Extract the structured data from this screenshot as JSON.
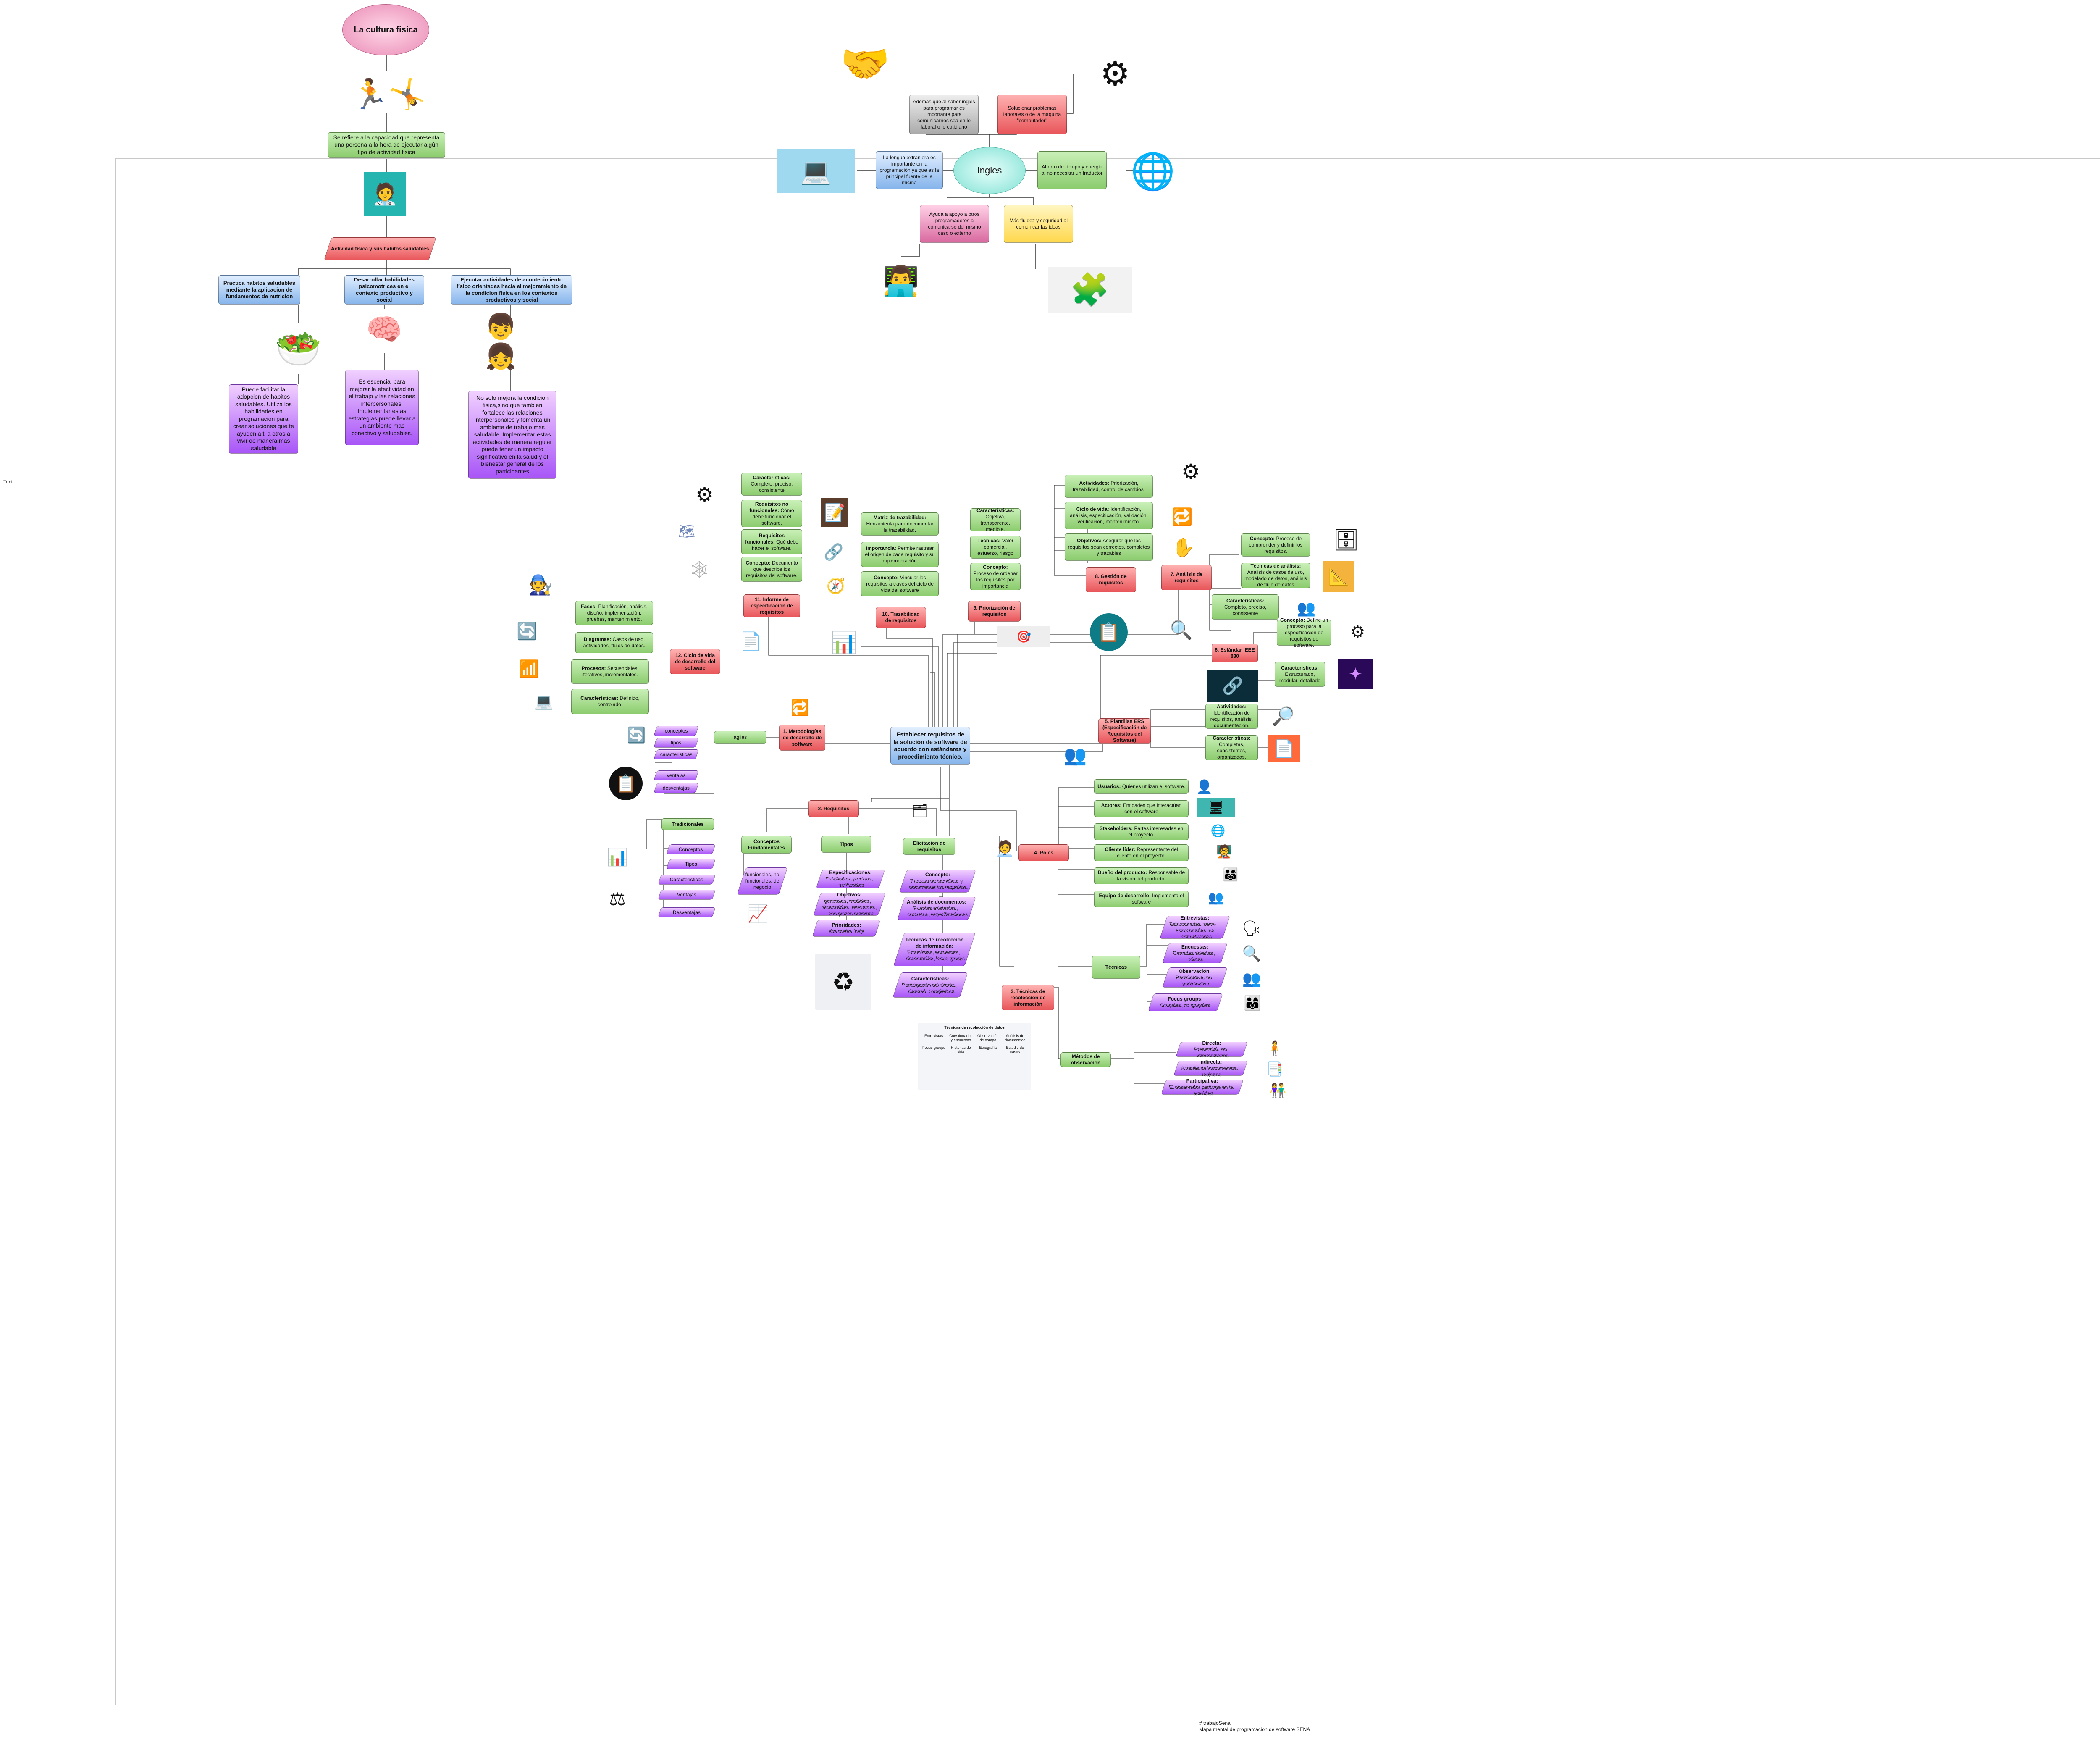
{
  "side_text": "Text",
  "footer": {
    "line1": "# trabajoSena",
    "line2": "Mapa mental de programacion de software SENA"
  },
  "culture": {
    "title": "La cultura fisica",
    "definition": "Se refiere a la capacidad que representa una persona a la hora de ejecutar algún tipo de actividad fisica",
    "activity": "Actividad fisica y sus habitos saludables",
    "branches": [
      {
        "title": "Practica habitos saludables mediante la aplicacion de fundamentos de nutricion",
        "text": "Puede facilitar la adopcion de habitos saludables. Utiliza los habilidades en programacion para crear soluciones que te ayuden a ti a otros a vivir de manera mas saludable"
      },
      {
        "title": "Desarrollar habilidades psicomotrices en el contexto productivo y social",
        "text": "Es escencial para mejorar la efectividad en el trabajo y las relaciones interpersonales. Implementar estas estrategias puede llevar a un ambiente mas conectivo y saludables."
      },
      {
        "title": "Ejecutar actividades de acontecimiento físico orientadas hacia el mejoramiento de la condicion fisica en los contextos productivos y social",
        "text": "No solo mejora la condicion fisica,sino que tambien fortalece las relaciones interpersonales y fomenta un ambiente de trabajo mas saludable. Implementar estas actividades de manera regular puede tener un impacto significativo en la salud y el bienestar general de los participantes"
      }
    ]
  },
  "ingles": {
    "center": "Ingles",
    "nodes": {
      "adicion": "Además que al saber ingles para programar es importante para comunicarnos sea en lo laboral o lo cotidiano",
      "solucionar": "Solucionar problemas laborales o de la maquina \"computador\"",
      "lengua": "La lengua extranjera es importante en la programación ya que es la principal fuente de la misma",
      "ahorro": "Ahorro de tiempo y energia al no necesitar un traductor",
      "ayuda": "Ayuda a apoyo a otros programadores a comunicarse del mismo caso o externo",
      "fluidez": "Más fluidez y seguridad al comunicar las ideas"
    }
  },
  "software": {
    "center": "Establecer requisitos de la solución de software de acuerdo con estándares y procedimiento técnico.",
    "s1": {
      "title": "1. Metodologías de desarrollo de software",
      "agiles": "agiles",
      "agile_items": [
        "conceptos",
        "tipos",
        "caracteristicas",
        "ventajas",
        "desventajas"
      ],
      "tradicionales": "Tradicionales",
      "trad_items": [
        "Conceptos",
        "Tipos",
        "Caracteristicas",
        "Ventajas",
        "Desventajas"
      ]
    },
    "s2": {
      "title": "2. Requisitos",
      "conceptos_fund": "Conceptos Fundamentales",
      "conceptos_text": "funcionales, no funcionales, de negocio",
      "tipos": "Tipos",
      "tipos_items": [
        {
          "b": "Especificaciones:",
          "t": " Detalladas, precisas, verificables"
        },
        {
          "b": "Objetivos:",
          "t": " generales, medibles, alcanzables, relevantes, con plazos definidos"
        },
        {
          "b": "Prioridades:",
          "t": " alta media, baja"
        }
      ],
      "elicitacion": "Elicitacion de requisitos",
      "elicitacion_items": [
        {
          "b": "Concepto:",
          "t": " Proceso de identificar y documentar los requisitos."
        },
        {
          "b": "Análisis de documentos:",
          "t": " Fuentes existentes, contratos, especificaciones"
        },
        {
          "b": "Técnicas de recolección de información:",
          "t": " Entrevistas, encuestas, observación, focus groups"
        },
        {
          "b": "Características:",
          "t": " Participación del cliente, claridad, completitud"
        }
      ]
    },
    "s3": {
      "title": "3. Técnicas de recolección de información",
      "tecnicas": "Técnicas",
      "tecnicas_items": [
        {
          "b": "Entrevistas:",
          "t": " Estructuradas, semi-estructuradas, no estructuradas"
        },
        {
          "b": "Encuestas:",
          "t": " Cerradas abiertas, mixtas"
        },
        {
          "b": "Observación:",
          "t": " Participativa, no participativa"
        },
        {
          "b": "Focus groups:",
          "t": " Grupales, no grupales"
        }
      ],
      "metodos": "Métodos de observación",
      "metodos_items": [
        {
          "b": "Directa:",
          "t": " Presencial, sin intermediarios"
        },
        {
          "b": "Indirecta:",
          "t": " A través de instrumentos, registros"
        },
        {
          "b": "Participativa:",
          "t": " El observador participa en la actividad"
        }
      ],
      "image_title": "Técnicas de recolección de datos",
      "image_items": [
        "Entrevistas",
        "Cuestionarios y encuestas",
        "Observación de campo",
        "Análisis de documentos",
        "Focus groups",
        "Historias de vida",
        "Etnografía",
        "Estudio de casos"
      ]
    },
    "s4": {
      "title": "4. Roles",
      "items": [
        {
          "b": "Usuarios:",
          "t": " Quienes utilizan el software."
        },
        {
          "b": "Actores:",
          "t": " Entidades que interactúan con el software"
        },
        {
          "b": "Stakeholders:",
          "t": " Partes interesadas en el proyecto."
        },
        {
          "b": "Cliente líder:",
          "t": " Representante del cliente en el proyecto."
        },
        {
          "b": "Dueño del producto:",
          "t": " Responsable de la visión del producto."
        },
        {
          "b": "Equipo de desarrollo:",
          "t": " Implementa el software"
        }
      ]
    },
    "s5": {
      "title": "5. Plantillas ERS (Especificación de Requisitos del Software)",
      "items": [
        {
          "b": "Actividades:",
          "t": " Identificación de requisitos, análisis, documentación."
        },
        {
          "b": "Características:",
          "t": " Completas, consistentes, organizadas."
        }
      ]
    },
    "s6": {
      "title": "6. Estándar IEEE 830",
      "items": [
        {
          "b": "Concepto:",
          "t": " Define un proceso para la especificación de requisitos de software."
        },
        {
          "b": "Características:",
          "t": " Estructurado, modular, detallado"
        }
      ]
    },
    "s7": {
      "title": "7. Análisis de requisitos",
      "items": [
        {
          "b": "Concepto:",
          "t": " Proceso de comprender y definir los requisitos."
        },
        {
          "b": "Técnicas de análisis:",
          "t": " Análisis de casos de uso, modelado de datos, análisis de flujo de datos"
        },
        {
          "b": "Características:",
          "t": " Completo, preciso, consistente"
        }
      ]
    },
    "s8": {
      "title": "8. Gestión de requisitos",
      "items": [
        {
          "b": "Actividades:",
          "t": " Priorización, trazabilidad, control de cambios."
        },
        {
          "b": "Ciclo de vida:",
          "t": " Identificación, análisis, especificación, validación, verificación, mantenimiento."
        },
        {
          "b": "Objetivos:",
          "t": " Asegurar que los requisitos sean correctos, completos y trazables"
        }
      ]
    },
    "s9": {
      "title": "9. Priorización de requisitos",
      "items": [
        {
          "b": "Características:",
          "t": " Objetiva, transparente, medible."
        },
        {
          "b": "Técnicas:",
          "t": " Valor comercial, esfuerzo, riesgo"
        },
        {
          "b": "Concepto:",
          "t": " Proceso de ordenar los requisitos por importancia"
        }
      ]
    },
    "s10": {
      "title": "10. Trazabilidad de requisitos",
      "items": [
        {
          "b": "Matriz de trazabilidad:",
          "t": " Herramienta para documentar la trazabilidad."
        },
        {
          "b": "Importancia:",
          "t": " Permite rastrear el origen de cada requisito y su implementación."
        },
        {
          "b": "Concepto:",
          "t": " Vincular los requisitos a través del ciclo de vida del software"
        }
      ]
    },
    "s11": {
      "title": "11. Informe de especificación de requisitos",
      "items": [
        {
          "b": "Características:",
          "t": " Completo, preciso, consistente"
        },
        {
          "b": "Requisitos no funcionales:",
          "t": " Cómo debe funcionar el software."
        },
        {
          "b": "Requisitos funcionales:",
          "t": " Qué debe hacer el software."
        },
        {
          "b": "Concepto:",
          "t": " Documento que describe los requisitos del software."
        }
      ]
    },
    "s12": {
      "title": "12. Ciclo de vida de desarrollo del software",
      "items": [
        {
          "b": "Fases:",
          "t": " Planificación, análisis, diseño, implementación, pruebas, mantenimiento."
        },
        {
          "b": "Diagramas:",
          "t": " Casos de uso, actividades, flujos de datos."
        },
        {
          "b": "Procesos:",
          "t": " Secuenciales, iterativos, incrementales."
        },
        {
          "b": "Características:",
          "t": " Definido, controlado."
        }
      ]
    }
  }
}
